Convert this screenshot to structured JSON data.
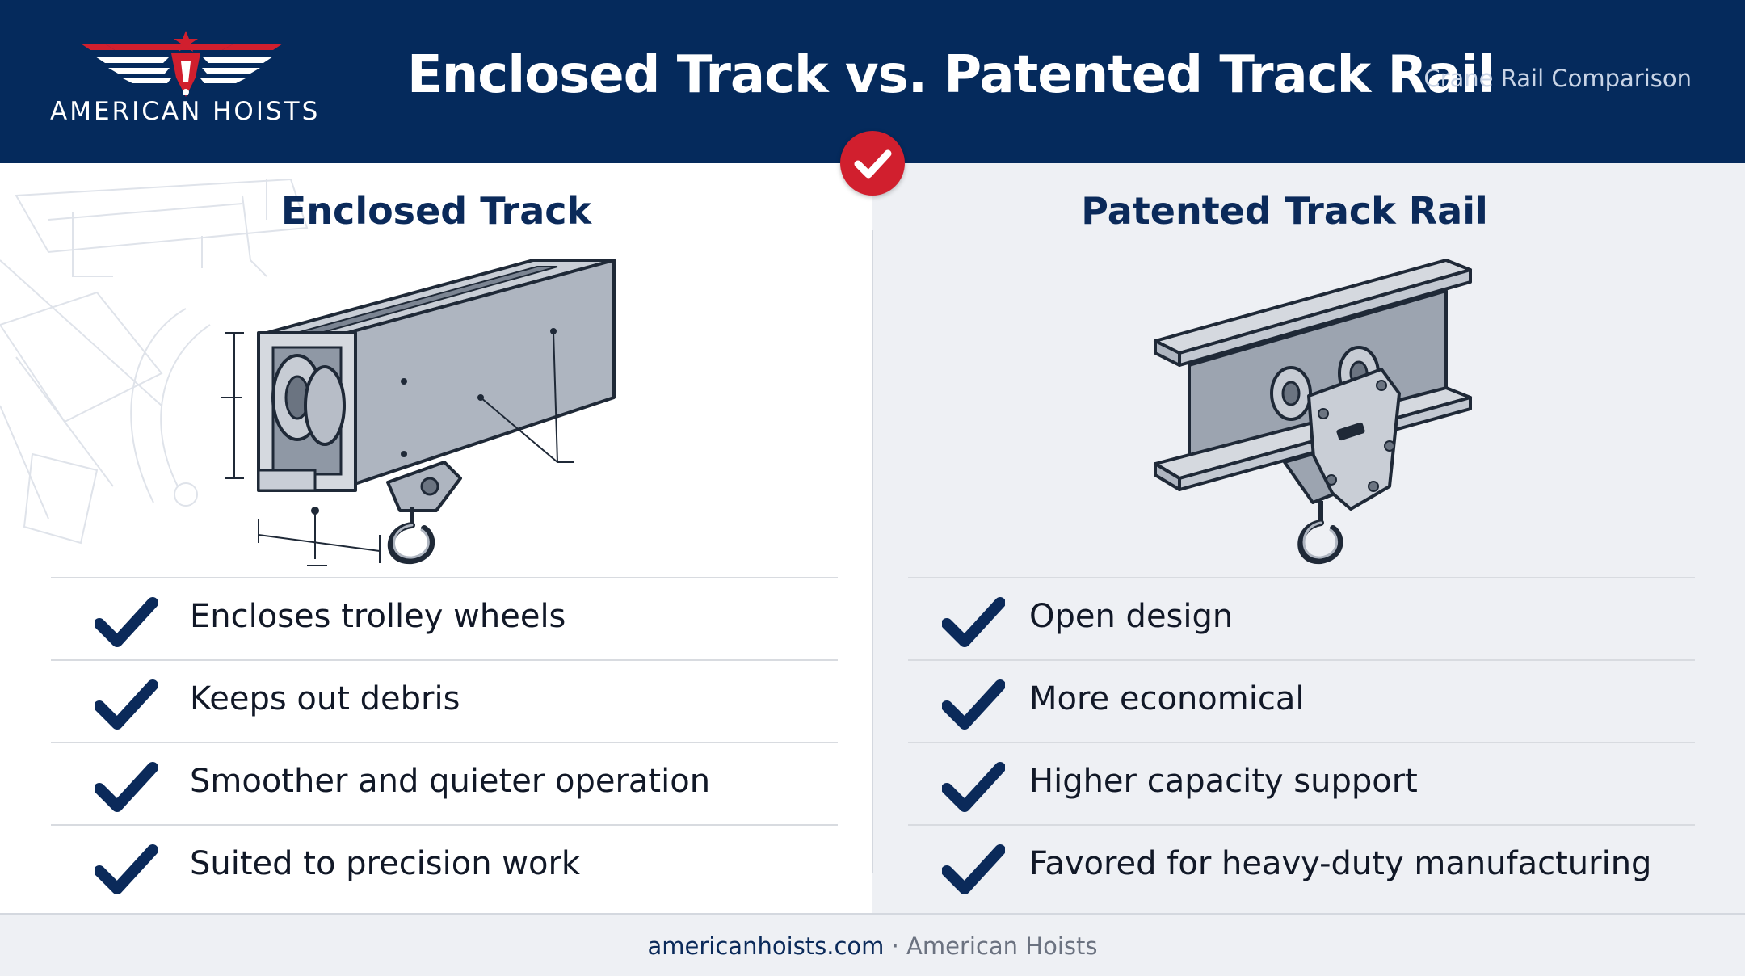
{
  "header": {
    "logo_text": "AMERICAN HOISTS",
    "title": "Enclosed Track vs. Patented Track Rail",
    "subtitle": "Crane Rail Comparison"
  },
  "colors": {
    "navy": "#052a5c",
    "accent_red": "#d11f2e",
    "check_navy": "#0b2a5a"
  },
  "badge_icon": "check-circle-icon",
  "left": {
    "title": "Enclosed Track",
    "illustration": "enclosed-track-trolley-icon",
    "features": [
      "Encloses trolley wheels",
      "Keeps out debris",
      "Smoother and quieter operation",
      "Suited to precision work"
    ]
  },
  "right": {
    "title": "Patented Track Rail",
    "illustration": "patented-track-rail-trolley-icon",
    "features": [
      "Open design",
      "More economical",
      "Higher capacity support",
      "Favored for heavy-duty manufacturing"
    ]
  },
  "footer": {
    "site": "americanhoists.com",
    "separator": "·",
    "brand": "American Hoists"
  }
}
